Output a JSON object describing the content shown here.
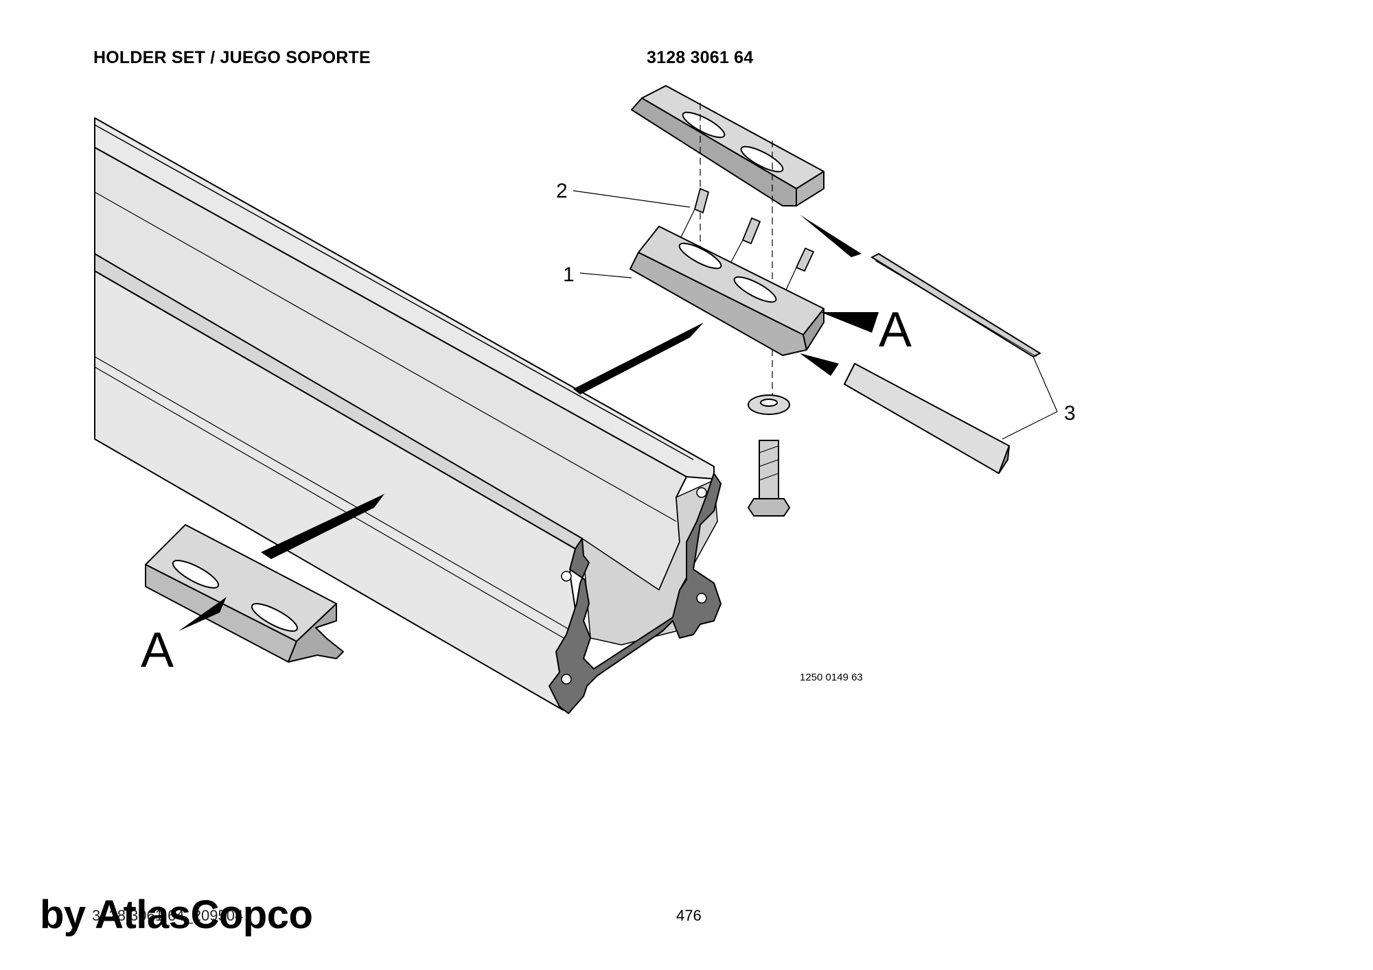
{
  "header": {
    "title": "HOLDER SET / JUEGO SOPORTE",
    "part_number": "3128 3061 64"
  },
  "drawing": {
    "callouts": [
      "1",
      "2",
      "3"
    ],
    "detail_label": "A",
    "drawing_number": "1250 0149 63"
  },
  "footer": {
    "doc_code": "3128 3061 64_209504",
    "page_number": "476"
  },
  "watermark": "by AtlasCopco",
  "colors": {
    "part_light": "#e6e6e6",
    "part_mid": "#cfcfcf",
    "part_dark": "#8f8f8f",
    "section": "#6e6e6e",
    "line": "#000000"
  }
}
